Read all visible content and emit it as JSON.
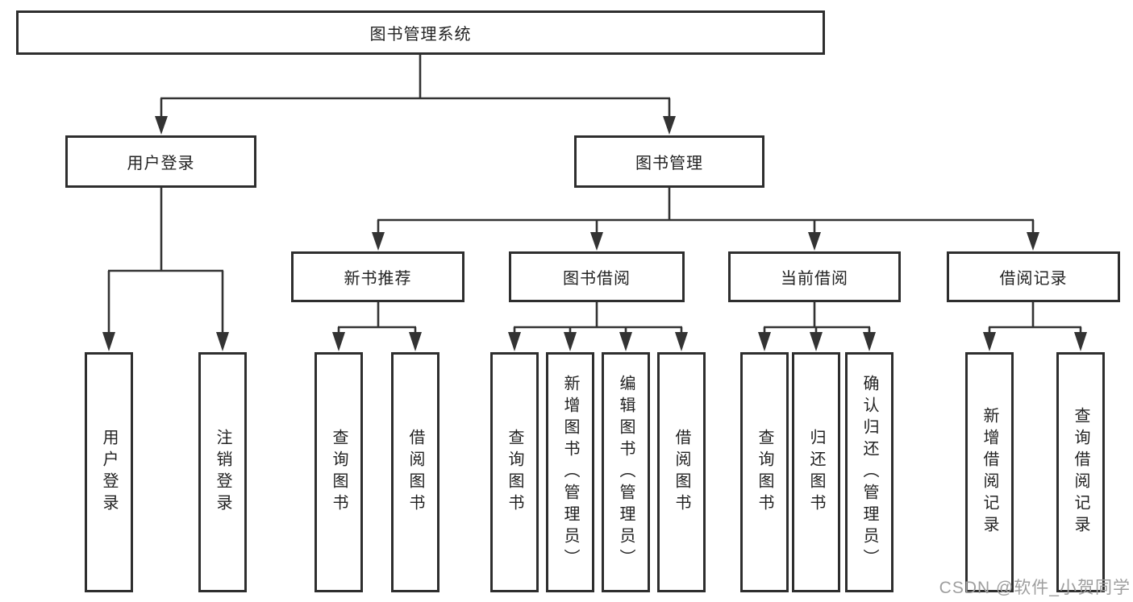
{
  "colors": {
    "line": "#333333",
    "border": "#2e2e2e",
    "text": "#222222",
    "watermark": "#9e9e9e",
    "bg": "#ffffff"
  },
  "diagram": {
    "root": {
      "label": "图书管理系统"
    },
    "level1": [
      {
        "id": "user-login",
        "label": "用户登录"
      },
      {
        "id": "book-management",
        "label": "图书管理"
      }
    ],
    "level2": [
      {
        "id": "new-book-recommend",
        "label": "新书推荐"
      },
      {
        "id": "book-borrow",
        "label": "图书借阅"
      },
      {
        "id": "current-borrow",
        "label": "当前借阅"
      },
      {
        "id": "borrow-records",
        "label": "借阅记录"
      }
    ],
    "leaves": [
      {
        "parent": "用户登录",
        "label": "用户登录"
      },
      {
        "parent": "用户登录",
        "label": "注销登录"
      },
      {
        "parent": "新书推荐",
        "label": "查询图书"
      },
      {
        "parent": "新书推荐",
        "label": "借阅图书"
      },
      {
        "parent": "图书借阅",
        "label": "查询图书"
      },
      {
        "parent": "图书借阅",
        "label": "新增图书（管理员）"
      },
      {
        "parent": "图书借阅",
        "label": "编辑图书（管理员）"
      },
      {
        "parent": "图书借阅",
        "label": "借阅图书"
      },
      {
        "parent": "当前借阅",
        "label": "查询图书"
      },
      {
        "parent": "当前借阅",
        "label": "归还图书"
      },
      {
        "parent": "当前借阅",
        "label": "确认归还（管理员）"
      },
      {
        "parent": "借阅记录",
        "label": "新增借阅记录"
      },
      {
        "parent": "借阅记录",
        "label": "查询借阅记录"
      }
    ]
  },
  "watermark": {
    "text": "CSDN @软件_小贺同学"
  }
}
